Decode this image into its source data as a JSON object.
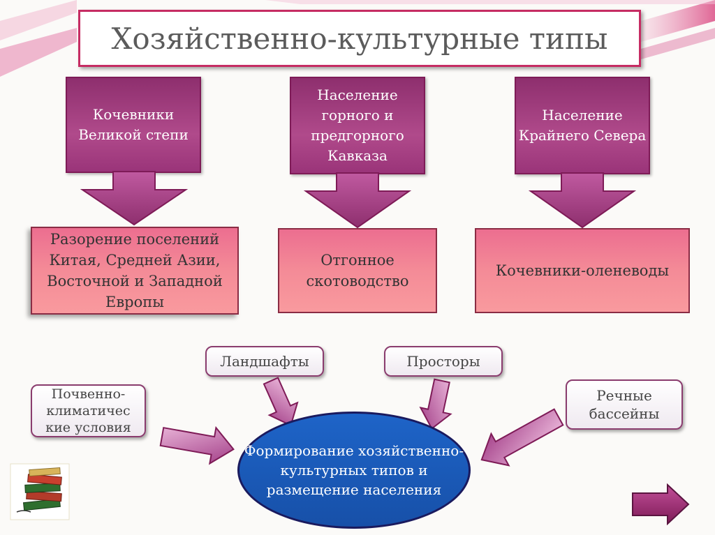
{
  "title": "Хозяйственно-культурные типы",
  "top_boxes": [
    {
      "label": "Кочевники Великой степи"
    },
    {
      "label": "Население горного и предгорного Кавказа"
    },
    {
      "label": "Население Крайнего Севера"
    }
  ],
  "result_boxes": [
    {
      "label": "Разорение поселений Китая, Средней Азии, Восточной и Западной Европы"
    },
    {
      "label": "Отгонное скотоводство"
    },
    {
      "label": "Кочевники-оленеводы"
    }
  ],
  "factors": {
    "landscapes": "Ландшафты",
    "spaces": "Просторы",
    "soil_climate": "Почвенно-климатичес кие условия",
    "river_basins": "Речные бассейны"
  },
  "center": {
    "label": "Формирование хозяйственно-культурных типов и размещение населения"
  },
  "icons": {
    "books": "books-icon",
    "next": "next-arrow-icon"
  },
  "colors": {
    "accent": "#c62c63",
    "purple": "#9a3479",
    "pink": "#f48b97",
    "blue": "#1e64c8"
  }
}
